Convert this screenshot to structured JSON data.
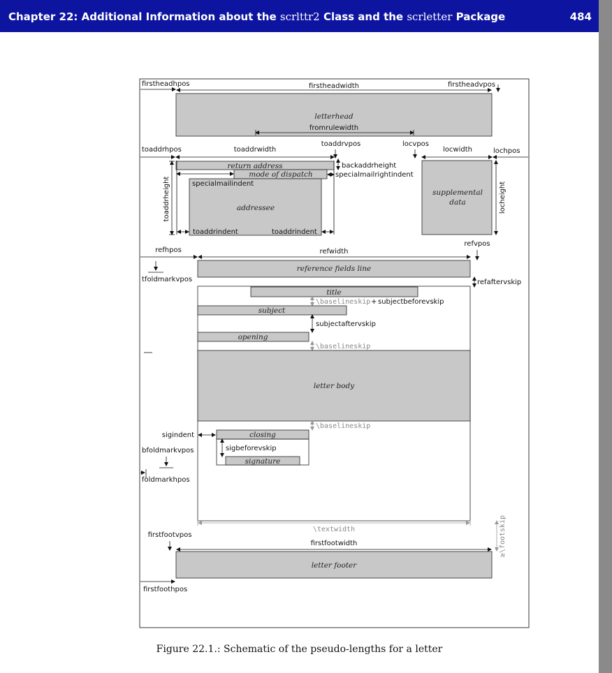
{
  "header": {
    "chapter_prefix": "Chapter 22: Additional Information about the",
    "class_name": "scrlttr2",
    "middle": "Class and the",
    "package_name": "scrletter",
    "suffix": "Package",
    "page_number": "484"
  },
  "figure": {
    "caption": "Figure 22.1.: Schematic of the pseudo-lengths for a letter",
    "labels": {
      "firstheadhpos": "firstheadhpos",
      "firstheadwidth": "firstheadwidth",
      "firstheadvpos": "firstheadvpos",
      "letterhead": "letterhead",
      "fromrulewidth": "fromrulewidth",
      "toaddrhpos": "toaddrhpos",
      "toaddrwidth": "toaddrwidth",
      "toaddrvpos": "toaddrvpos",
      "locvpos": "locvpos",
      "locwidth": "locwidth",
      "lochpos": "lochpos",
      "return_address": "return address",
      "backaddrheight": "backaddrheight",
      "mode_of_dispatch": "mode of dispatch",
      "specialmailrightindent": "specialmailrightindent",
      "specialmailindent": "specialmailindent",
      "toaddrheight": "toaddrheight",
      "addressee": "addressee",
      "supplemental": "supplemental",
      "data": "data",
      "locheight": "locheight",
      "toaddrindent_left": "toaddrindent",
      "toaddrindent_right": "toaddrindent",
      "refhpos": "refhpos",
      "refwidth": "refwidth",
      "refvpos": "refvpos",
      "reference_fields_line": "reference fields line",
      "tfoldmarkvpos": "tfoldmarkvpos",
      "refaftervskip": "refaftervskip",
      "title": "title",
      "baselineskip_plus": "\\baselineskip",
      "plus_sign": "+",
      "subjectbeforevskip": "subjectbeforevskip",
      "subject": "subject",
      "subjectaftervskip": "subjectaftervskip",
      "opening": "opening",
      "baselineskip1": "\\baselineskip",
      "letter_body": "letter body",
      "baselineskip2": "\\baselineskip",
      "sigindent": "sigindent",
      "closing": "closing",
      "bfoldmarkvpos": "bfoldmarkvpos",
      "sigbeforevskip": "sigbeforevskip",
      "signature": "signature",
      "foldmarkhpos": "foldmarkhpos",
      "textwidth": "\\textwidth",
      "footskip": "\\footskip",
      "geq": "≥",
      "firstfootvpos": "firstfootvpos",
      "firstfootwidth": "firstfootwidth",
      "letter_footer": "letter footer",
      "firstfoothpos": "firstfoothpos"
    }
  }
}
